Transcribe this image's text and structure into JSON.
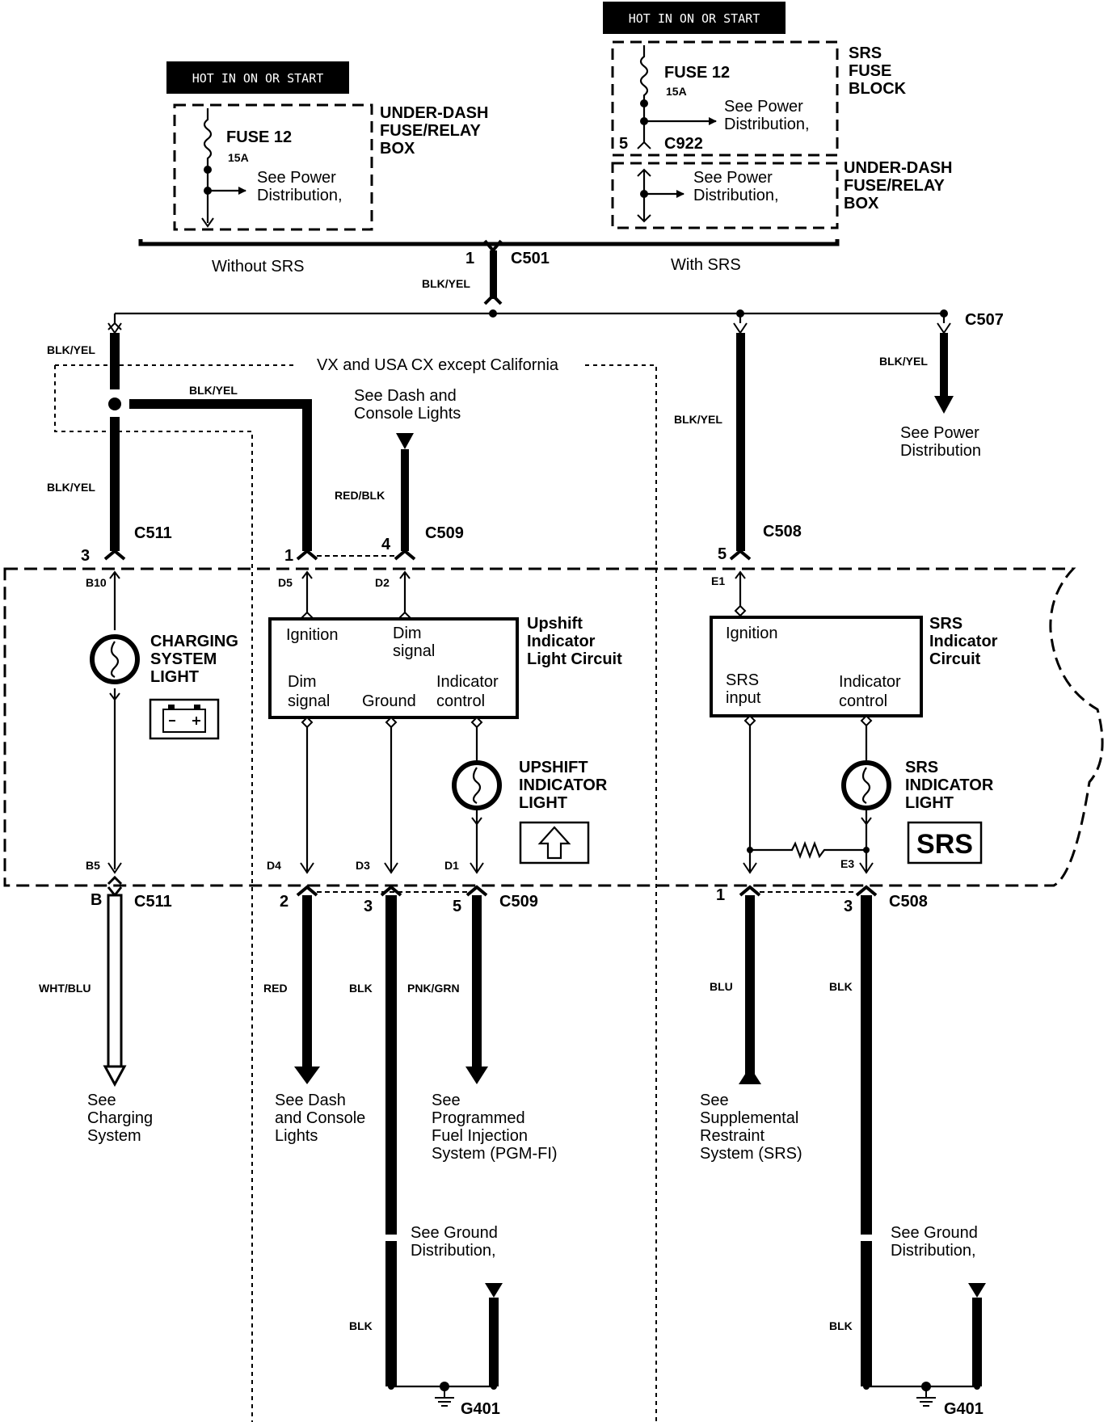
{
  "hot_tag": "HOT IN ON OR START",
  "fuse_label": "FUSE 12",
  "fuse_amps": "15A",
  "see_power_1": "See Power",
  "see_power_2": "Distribution,",
  "see_power_dist_1": "See Power",
  "see_power_dist_2": "Distribution",
  "underdash_1": "UNDER-DASH",
  "underdash_2": "FUSE/RELAY",
  "underdash_3": "BOX",
  "srs_fuse_1": "SRS",
  "srs_fuse_2": "FUSE",
  "srs_fuse_3": "BLOCK",
  "c922": "C922",
  "pin5": "5",
  "without_srs": "Without SRS",
  "with_srs": "With SRS",
  "c501": "C501",
  "pin1": "1",
  "blk_yel": "BLK/YEL",
  "c507": "C507",
  "vx_note": "VX and USA CX except California",
  "see_dash_1": "See Dash and",
  "see_dash_2": "Console Lights",
  "red_blk": "RED/BLK",
  "c511": "C511",
  "c509": "C509",
  "c508": "C508",
  "pin3": "3",
  "pin4": "4",
  "pin2": "2",
  "pin_b": "B",
  "b10": "B10",
  "d5": "D5",
  "d2": "D2",
  "e1": "E1",
  "b5": "B5",
  "d4": "D4",
  "d3": "D3",
  "d1": "D1",
  "e3": "E3",
  "charging_1": "CHARGING",
  "charging_2": "SYSTEM",
  "charging_3": "LIGHT",
  "upshift_title_1": "Upshift",
  "upshift_title_2": "Indicator",
  "upshift_title_3": "Light Circuit",
  "ignition": "Ignition",
  "dim": "Dim",
  "signal": "signal",
  "ground": "Ground",
  "indicator": "Indicator",
  "control": "control",
  "upshift_light_1": "UPSHIFT",
  "upshift_light_2": "INDICATOR",
  "upshift_light_3": "LIGHT",
  "srs_circ_1": "SRS",
  "srs_circ_2": "Indicator",
  "srs_circ_3": "Circuit",
  "srs_word": "SRS",
  "input": "input",
  "srs_light_1": "SRS",
  "srs_light_2": "INDICATOR",
  "srs_light_3": "LIGHT",
  "srs_badge": "SRS",
  "wht_blu": "WHT/BLU",
  "red": "RED",
  "blk": "BLK",
  "pnk_grn": "PNK/GRN",
  "blu": "BLU",
  "see": "See",
  "charging_dest_2": "Charging",
  "charging_dest_3": "System",
  "dash_dest_1": "See Dash",
  "dash_dest_2": "and Console",
  "dash_dest_3": "Lights",
  "pgm_2": "Programmed",
  "pgm_3": "Fuel Injection",
  "pgm_4": "System (PGM-FI)",
  "srs_dest_2": "Supplemental",
  "srs_dest_3": "Restraint",
  "srs_dest_4": "System (SRS)",
  "see_ground_1": "See Ground",
  "see_ground_2": "Distribution,",
  "g401": "G401"
}
